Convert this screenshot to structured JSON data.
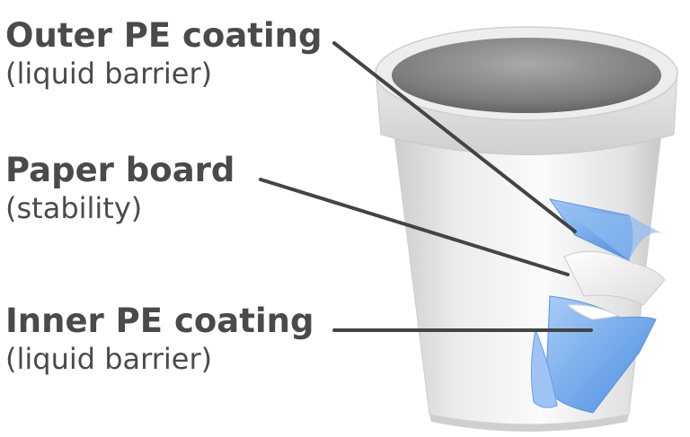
{
  "labels": [
    {
      "title": "Outer PE coating",
      "sub": "(liquid barrier)"
    },
    {
      "title": "Paper board",
      "sub": "(stability)"
    },
    {
      "title": "Inner PE coating",
      "sub": "(liquid barrier)"
    }
  ],
  "colors": {
    "text": "#4a4a4a",
    "leader_line": "#444444",
    "pe_layer": "#6fa6ea",
    "paper_layer": "#f4f4f4",
    "cup_body": "#e6e6e6"
  }
}
